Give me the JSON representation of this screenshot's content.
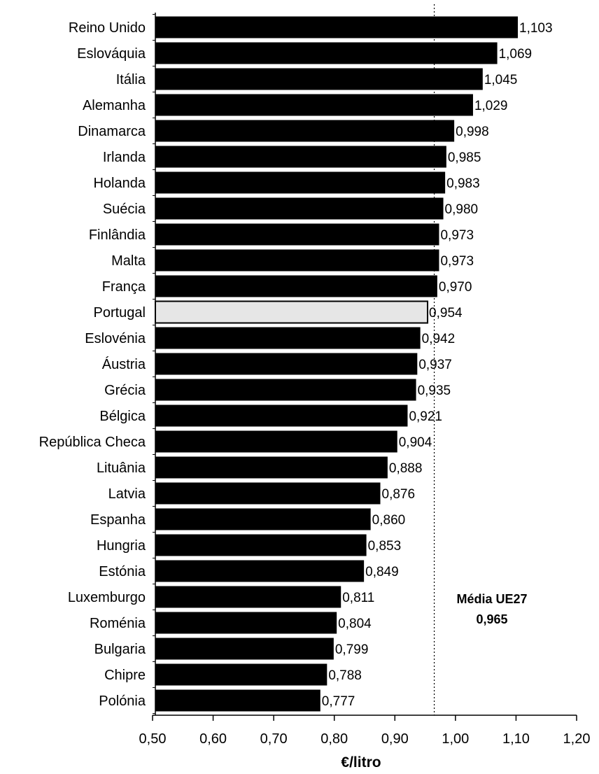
{
  "chart_data": {
    "type": "bar",
    "orientation": "horizontal",
    "categories": [
      "Reino Unido",
      "Eslováquia",
      "Itália",
      "Alemanha",
      "Dinamarca",
      "Irlanda",
      "Holanda",
      "Suécia",
      "Finlândia",
      "Malta",
      "França",
      "Portugal",
      "Eslovénia",
      "Áustria",
      "Grécia",
      "Bélgica",
      "República Checa",
      "Lituânia",
      "Latvia",
      "Espanha",
      "Hungria",
      "Estónia",
      "Luxemburgo",
      "Roménia",
      "Bulgaria",
      "Chipre",
      "Polónia"
    ],
    "values": [
      1.103,
      1.069,
      1.045,
      1.029,
      0.998,
      0.985,
      0.983,
      0.98,
      0.973,
      0.973,
      0.97,
      0.954,
      0.942,
      0.937,
      0.935,
      0.921,
      0.904,
      0.888,
      0.876,
      0.86,
      0.853,
      0.849,
      0.811,
      0.804,
      0.799,
      0.788,
      0.777
    ],
    "value_labels": [
      "1,103",
      "1,069",
      "1,045",
      "1,029",
      "0,998",
      "0,985",
      "0,983",
      "0,980",
      "0,973",
      "0,973",
      "0,970",
      "0,954",
      "0,942",
      "0,937",
      "0,935",
      "0,921",
      "0,904",
      "0,888",
      "0,876",
      "0,860",
      "0,853",
      "0,849",
      "0,811",
      "0,804",
      "0,799",
      "0,788",
      "0,777"
    ],
    "highlight": "Portugal",
    "xlabel": "€/litro",
    "xlim": [
      0.5,
      1.2
    ],
    "xticks": [
      0.5,
      0.6,
      0.7,
      0.8,
      0.9,
      1.0,
      1.1,
      1.2
    ],
    "xtick_labels": [
      "0,50",
      "0,60",
      "0,70",
      "0,80",
      "0,90",
      "1,00",
      "1,10",
      "1,20"
    ],
    "reference_line": {
      "value": 0.965,
      "label": "Média UE27",
      "value_label": "0,965"
    },
    "grid": false,
    "colors": {
      "bar": "#000000",
      "highlight_fill": "#e6e6e6",
      "highlight_stroke": "#000000"
    }
  }
}
